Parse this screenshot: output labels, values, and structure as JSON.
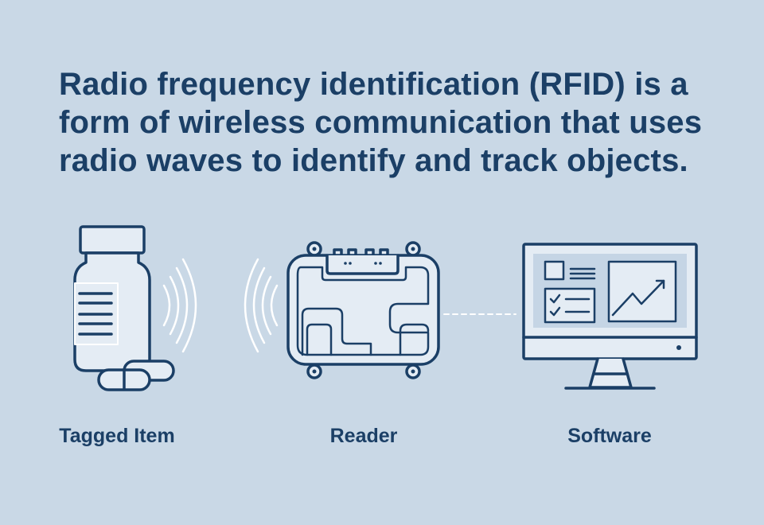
{
  "headline": {
    "before": "Radio frequency identification (",
    "acronym": "RFID",
    "after": ") is a form of wireless communication that uses radio waves to identify and track objects."
  },
  "components": [
    {
      "label": "Tagged Item",
      "icon": "medicine-bottle-with-tag-icon"
    },
    {
      "label": "Reader",
      "icon": "rfid-reader-icon"
    },
    {
      "label": "Software",
      "icon": "computer-monitor-icon"
    }
  ],
  "colors": {
    "background": "#c9d8e6",
    "ink": "#1b3f66",
    "fill": "#e4ecf4",
    "screen": "#c5d5e5",
    "waves": "#ffffff"
  }
}
